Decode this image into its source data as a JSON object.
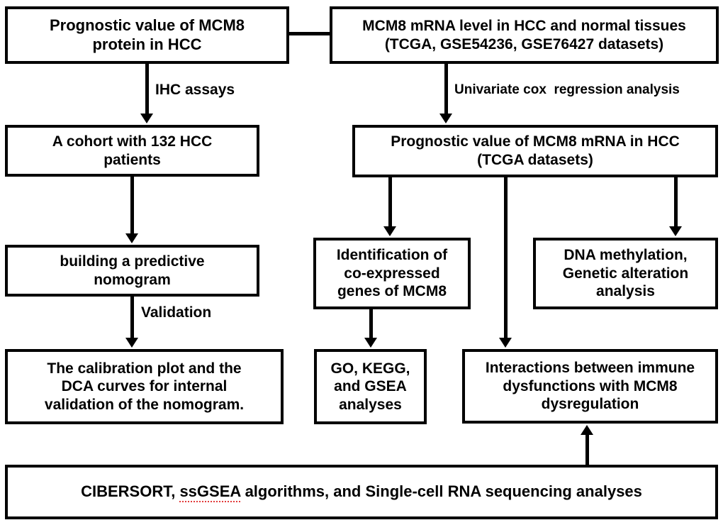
{
  "diagram": {
    "title": "Prognostic value of MCM8 in hepatocellular carcinoma study workflow",
    "background_color": "#ffffff",
    "line_color": "#000000",
    "spellcheck_underline_color": "#e23b3b"
  },
  "nodes": {
    "protein_prognosis": {
      "label": "Prognostic value of MCM8\nprotein in HCC",
      "font_size": "22px"
    },
    "mrna_level": {
      "label": "MCM8 mRNA level in HCC and normal tissues\n(TCGA, GSE54236, GSE76427 datasets)",
      "font_size": "21px"
    },
    "cohort": {
      "label": "A cohort with 132 HCC\npatients",
      "font_size": "21px"
    },
    "mrna_prognosis": {
      "label": "Prognostic value of MCM8 mRNA in HCC\n(TCGA datasets)",
      "font_size": "21px"
    },
    "nomogram": {
      "label": "building a predictive\nnomogram",
      "font_size": "21px"
    },
    "coexpressed": {
      "label": "Identification of\nco-expressed\ngenes of MCM8",
      "font_size": "21px"
    },
    "methylation": {
      "label": "DNA methylation,\nGenetic alteration\nanalysis",
      "font_size": "21px"
    },
    "calibration": {
      "label": "The calibration plot and the\nDCA curves for internal\nvalidation of the nomogram.",
      "font_size": "21px"
    },
    "enrichment": {
      "label": "GO, KEGG,\nand GSEA\nanalyses",
      "font_size": "21px"
    },
    "immune": {
      "label": "Interactions between immune\ndysfunctions with MCM8\ndysregulation",
      "font_size": "21px"
    },
    "algorithms": {
      "text_before": "CIBERSORT, ",
      "text_misspelled": "ssGSEA",
      "text_after": " algorithms, and Single-cell RNA sequencing analyses",
      "font_size": "22px"
    }
  },
  "edge_labels": {
    "ihc": "IHC assays",
    "univariate": "Univariate cox  regression analysis",
    "validation": "Validation"
  }
}
